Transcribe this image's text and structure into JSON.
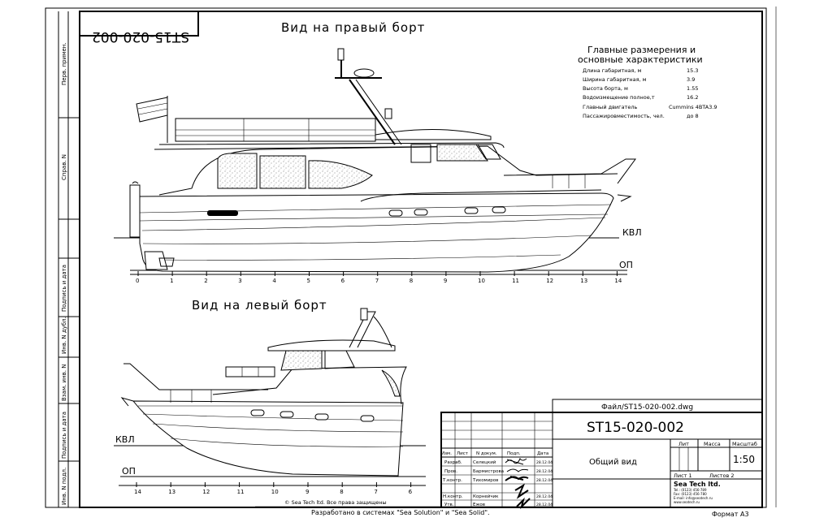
{
  "drawing": {
    "mirrored_code": "ST15-020-002",
    "right_view_title": "Вид на правый борт",
    "left_view_title": "Вид на левый борт",
    "kvl_label": "КВЛ",
    "op_label": "ОП"
  },
  "dimensions": {
    "title_line1": "Главные размерения и",
    "title_line2": "основные характеристики",
    "rows": [
      {
        "label": "Длина габаритная, м",
        "value": "15.3"
      },
      {
        "label": "Ширина габаритная, м",
        "value": "3.9"
      },
      {
        "label": "Высота борта, м",
        "value": "1.55"
      },
      {
        "label": "Водоизмещение полное,т",
        "value": "16.2"
      },
      {
        "label": "Главный двигатель",
        "value": "Cummins 4BTA3.9"
      },
      {
        "label": "Пассажировместимость, чел.",
        "value": "до 8"
      }
    ]
  },
  "ruler_top": [
    "0",
    "1",
    "2",
    "3",
    "4",
    "5",
    "6",
    "7",
    "8",
    "9",
    "10",
    "11",
    "12",
    "13",
    "14"
  ],
  "ruler_bottom": [
    "14",
    "13",
    "12",
    "11",
    "10",
    "9",
    "8",
    "7",
    "6"
  ],
  "side_margin": {
    "labels": [
      "Перв. примен.",
      "Справ. N",
      "Подпись и дата",
      "Инв. N дубл.",
      "Взам. инв. N",
      "Подпись и дата",
      "Инв. N подл."
    ]
  },
  "title_block": {
    "file": "Файл/ST15-020-002.dwg",
    "code": "ST15-020-002",
    "name": "Общий вид",
    "header_cols": [
      "Изм.",
      "Лист",
      "N докум.",
      "Подп.",
      "Дата"
    ],
    "rows": [
      {
        "role": "Разраб.",
        "name": "Селецкий",
        "date": "28.12.04"
      },
      {
        "role": "Пров.",
        "name": "Бармистрова",
        "date": "28.12.04"
      },
      {
        "role": "Т.контр.",
        "name": "Тихомиров",
        "date": "28.12.04"
      },
      {
        "role": "",
        "name": "",
        "date": ""
      },
      {
        "role": "Н.контр.",
        "name": "Корнейчик",
        "date": "28.12.04"
      },
      {
        "role": "Утв.",
        "name": "Ежов",
        "date": "28.12.04"
      }
    ],
    "lit_label": "Лит",
    "mass_label": "Масса",
    "scale_label": "Масштаб",
    "scale": "1:50",
    "sheet": "Лист 1",
    "sheets": "Листов 2",
    "company": "Sea Tech ltd.",
    "company_details": [
      "Tel.: (0123) 456-789",
      "Fax: (0123) 456-780",
      "E-mail: info@seatech.ru",
      "www.seatech.ru"
    ],
    "copyright": "© Sea Tech ltd. Все права защищены",
    "developed_in": "Разработано в системах \"Sea Solution\" и \"Sea Solid\".",
    "format": "Формат А3"
  }
}
